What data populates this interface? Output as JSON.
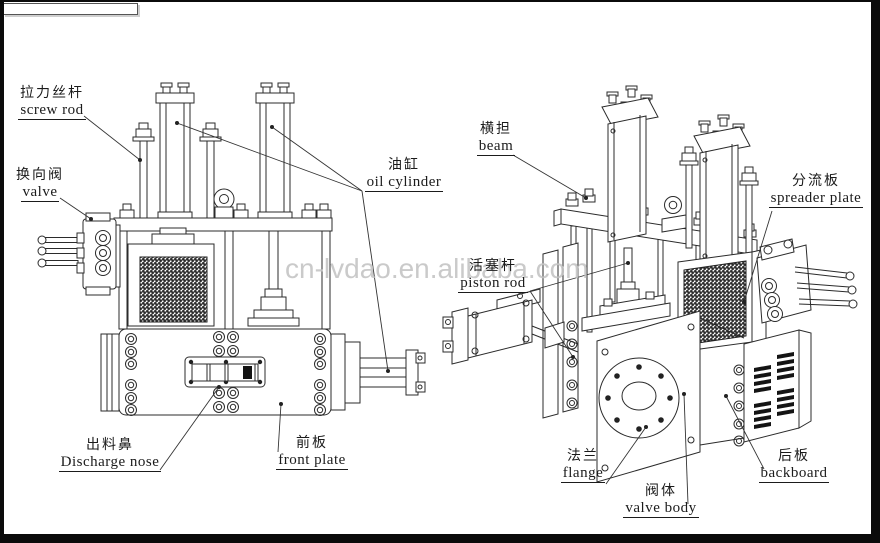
{
  "watermark": {
    "text": "cn-lvdao.en.alibaba.com"
  },
  "labels": {
    "screw_rod": {
      "zh": "拉力丝杆",
      "en": "screw rod"
    },
    "valve": {
      "zh": "换向阀",
      "en": "valve"
    },
    "oil_cylinder": {
      "zh": "油缸",
      "en": "oil cylinder"
    },
    "discharge_nose": {
      "zh": "出料鼻",
      "en": "Discharge nose"
    },
    "front_plate": {
      "zh": "前板",
      "en": "front plate"
    },
    "beam": {
      "zh": "横担",
      "en": "beam"
    },
    "piston_rod": {
      "zh": "活塞杆",
      "en": "piston rod"
    },
    "spreader_plate": {
      "zh": "分流板",
      "en": "spreader plate"
    },
    "flange": {
      "zh": "法兰",
      "en": "flange"
    },
    "valve_body": {
      "zh": "阀体",
      "en": "valve body"
    },
    "backboard": {
      "zh": "后板",
      "en": "backboard"
    }
  }
}
